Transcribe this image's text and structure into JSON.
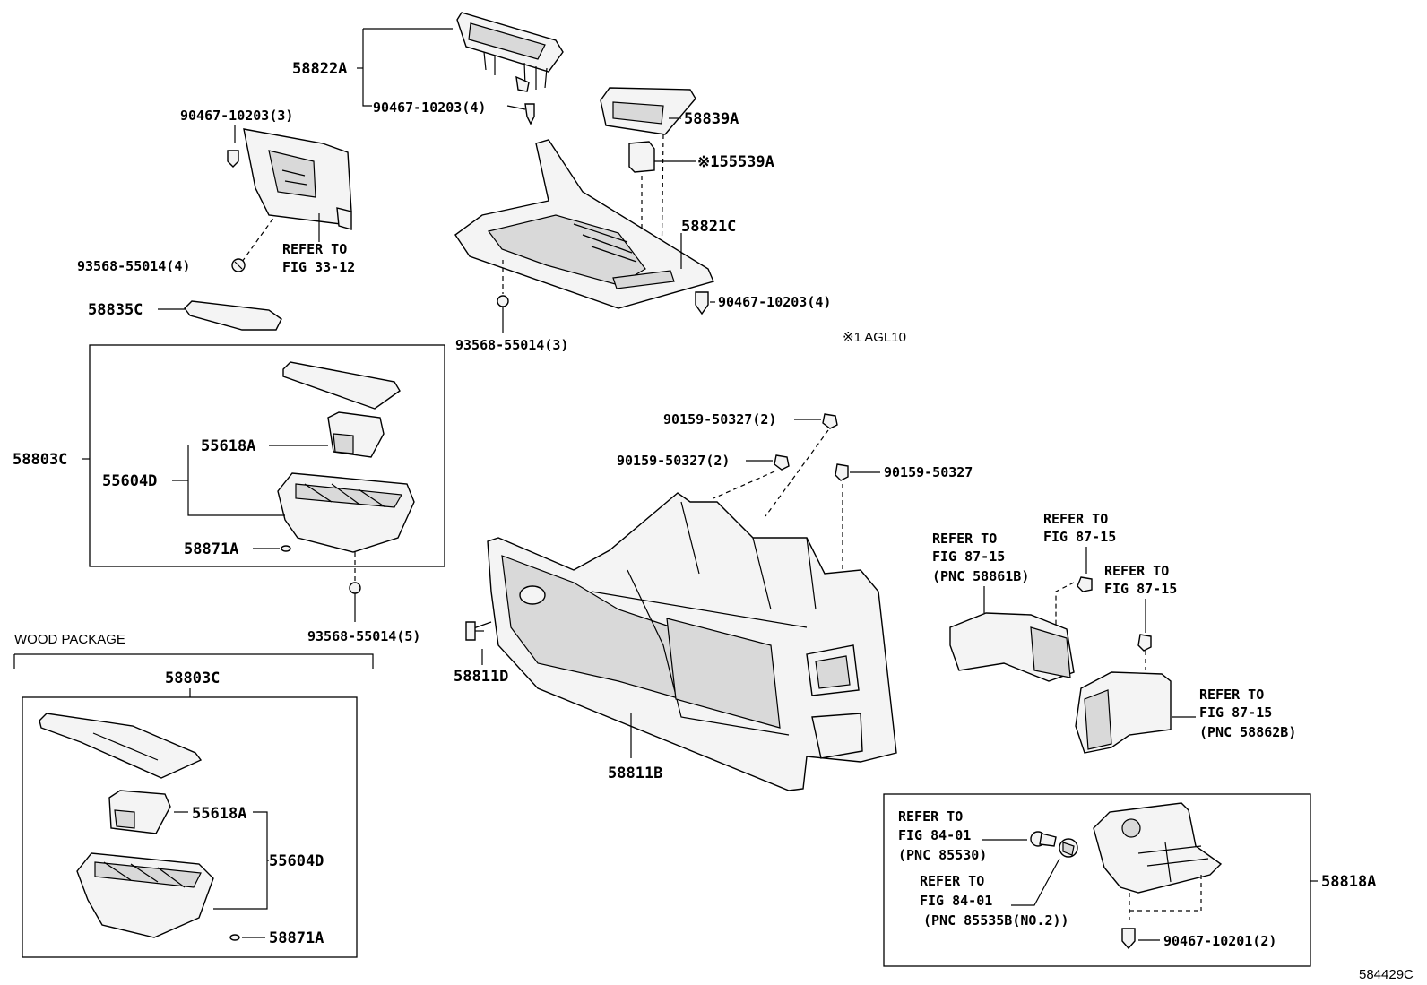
{
  "diagram": {
    "labels": {
      "p58822A": "58822A",
      "p90467_10203_4a": "90467-10203(4)",
      "p90467_10203_3": "90467-10203(3)",
      "p93568_55014_4": "93568-55014(4)",
      "refer33_1": "REFER TO",
      "refer33_2": "FIG 33-12",
      "p58839A": "58839A",
      "p55539A": "※155539A",
      "p58821C": "58821C",
      "p90467_10203_4b": "90467-10203(4)",
      "p93568_55014_3": "93568-55014(3)",
      "note_agl": "※1 AGL10",
      "p58835C": "58835C",
      "p58803C_a": "58803C",
      "p55618A_a": "55618A",
      "p55604D_a": "55604D",
      "p58871A_a": "58871A",
      "p93568_55014_5": "93568-55014(5)",
      "wood_package": "WOOD PACKAGE",
      "p58803C_b": "58803C",
      "p55618A_b": "55618A",
      "p55604D_b": "55604D",
      "p58871A_b": "58871A",
      "p90159_50327_2a": "90159-50327(2)",
      "p90159_50327_2b": "90159-50327(2)",
      "p90159_50327": "90159-50327",
      "p58811D": "58811D",
      "p58811B": "58811B",
      "refer87a_1": "REFER TO",
      "refer87a_2": "FIG 87-15",
      "refer87a_3": "(PNC 58861B)",
      "refer87b_1": "REFER TO",
      "refer87b_2": "FIG 87-15",
      "refer87c_1": "REFER TO",
      "refer87c_2": "FIG 87-15",
      "refer87d_1": "REFER TO",
      "refer87d_2": "FIG 87-15",
      "refer87d_3": "(PNC 58862B)",
      "refer84a_1": "REFER TO",
      "refer84a_2": "FIG 84-01",
      "refer84a_3": "(PNC 85530)",
      "refer84b_1": "REFER TO",
      "refer84b_2": "FIG 84-01",
      "refer84b_3": "(PNC 85535B(NO.2))",
      "p58818A": "58818A",
      "p90467_10201_2": "90467-10201(2)",
      "diagram_id": "584429C"
    }
  }
}
